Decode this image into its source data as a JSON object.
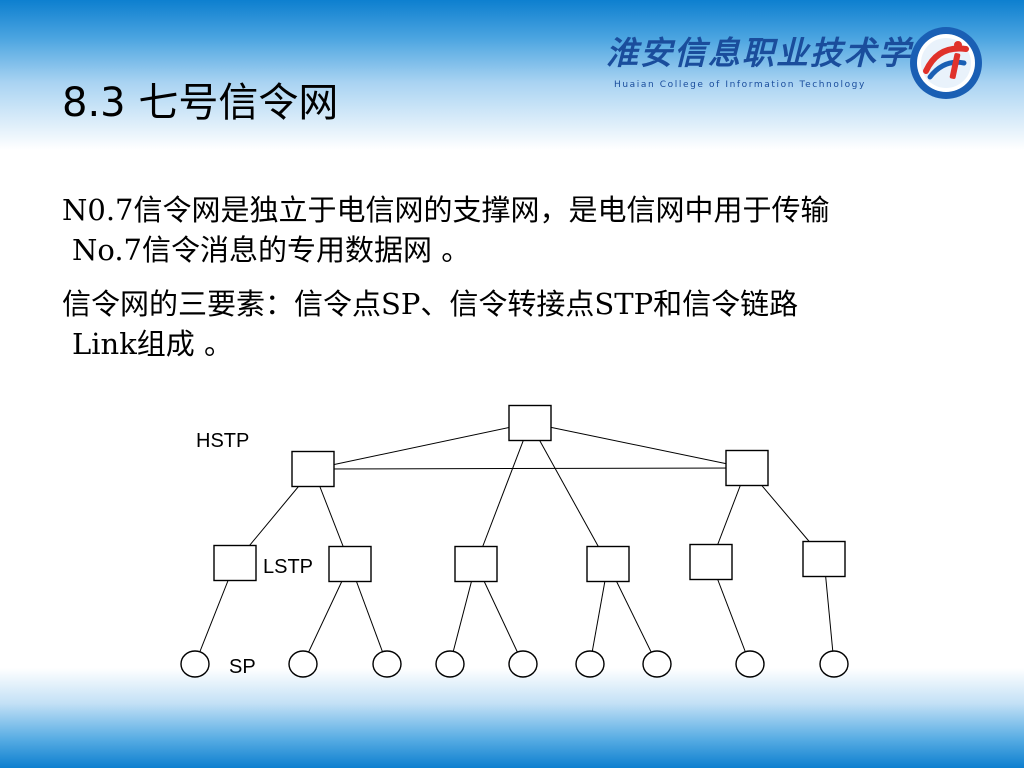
{
  "slide": {
    "title": "8.3 七号信令网",
    "logo": {
      "name_cn": "淮安信息职业技术学院",
      "name_en": "Huaian College of Information Technology",
      "emblem_icon": "college-emblem-icon"
    },
    "paragraphs": [
      {
        "line1": "N0.7信令网是独立于电信网的支撑网，是电信网中用于传输",
        "line2": "No.7信令消息的专用数据网 。"
      },
      {
        "line1": "信令网的三要素：信令点SP、信令转接点STP和信令链路",
        "line2": "Link组成 。"
      }
    ]
  },
  "diagram": {
    "labels": {
      "hstp": "HSTP",
      "lstp": "LSTP",
      "sp": "SP"
    },
    "nodes": [
      {
        "id": "root",
        "kind": "stp"
      },
      {
        "id": "h1",
        "kind": "stp"
      },
      {
        "id": "h2",
        "kind": "stp"
      },
      {
        "id": "l1",
        "kind": "stp"
      },
      {
        "id": "l2",
        "kind": "stp"
      },
      {
        "id": "l3",
        "kind": "stp"
      },
      {
        "id": "l4",
        "kind": "stp"
      },
      {
        "id": "l5",
        "kind": "stp"
      },
      {
        "id": "l6",
        "kind": "stp"
      },
      {
        "id": "s1",
        "kind": "sp"
      },
      {
        "id": "s2",
        "kind": "sp"
      },
      {
        "id": "s3",
        "kind": "sp"
      },
      {
        "id": "s4",
        "kind": "sp"
      },
      {
        "id": "s5",
        "kind": "sp"
      },
      {
        "id": "s6",
        "kind": "sp"
      },
      {
        "id": "s7",
        "kind": "sp"
      },
      {
        "id": "s8",
        "kind": "sp"
      },
      {
        "id": "s9",
        "kind": "sp"
      }
    ],
    "links": [
      [
        "root",
        "h1"
      ],
      [
        "root",
        "h2"
      ],
      [
        "h1",
        "h2"
      ],
      [
        "root",
        "l3"
      ],
      [
        "root",
        "l4"
      ],
      [
        "h1",
        "l1"
      ],
      [
        "h1",
        "l2"
      ],
      [
        "h2",
        "l5"
      ],
      [
        "h2",
        "l6"
      ],
      [
        "l1",
        "s1"
      ],
      [
        "l2",
        "s2"
      ],
      [
        "l2",
        "s3"
      ],
      [
        "l3",
        "s4"
      ],
      [
        "l3",
        "s5"
      ],
      [
        "l4",
        "s6"
      ],
      [
        "l4",
        "s7"
      ],
      [
        "l5",
        "s8"
      ],
      [
        "l6",
        "s9"
      ]
    ]
  }
}
